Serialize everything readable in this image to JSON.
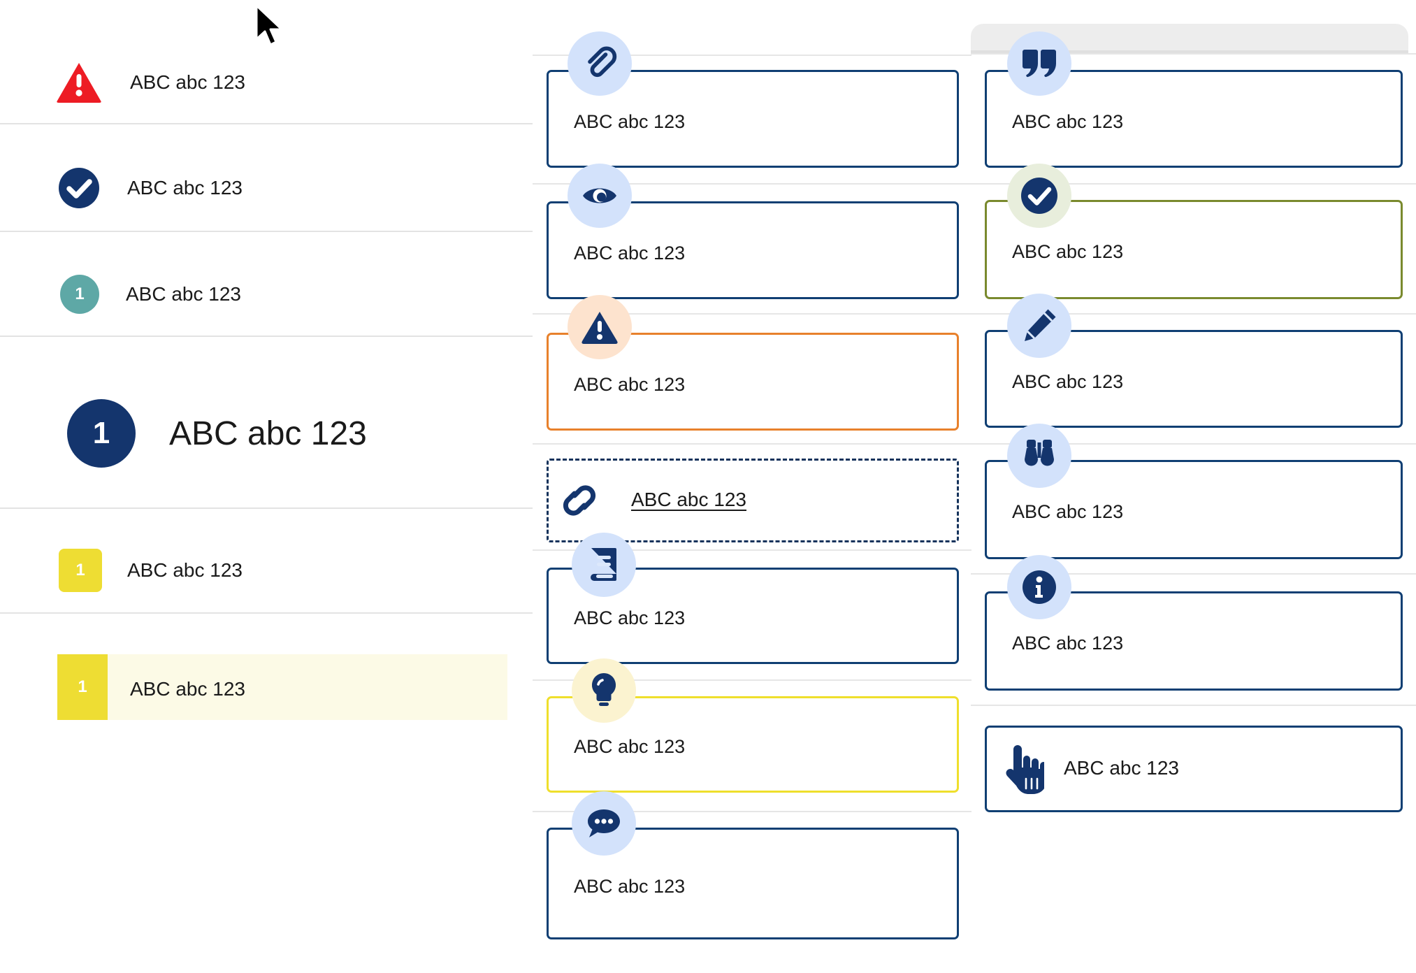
{
  "left_panel": {
    "rows": [
      {
        "id": "error",
        "badge_kind": "triangle-warning",
        "badge_text": "",
        "badge_color": "#ed1c24",
        "label": "ABC abc 123"
      },
      {
        "id": "success",
        "badge_kind": "circle-check",
        "badge_text": "",
        "badge_color": "#14356d",
        "label": "ABC abc 123"
      },
      {
        "id": "teal-num",
        "badge_kind": "circle-number",
        "badge_text": "1",
        "badge_color": "#5ea8a6",
        "label": "ABC abc 123"
      },
      {
        "id": "big-num",
        "badge_kind": "circle-number-lg",
        "badge_text": "1",
        "badge_color": "#14356d",
        "label": "ABC abc 123"
      },
      {
        "id": "yellow-sq",
        "badge_kind": "square-number",
        "badge_text": "1",
        "badge_color": "#eedd33",
        "label": "ABC abc 123"
      },
      {
        "id": "highlight",
        "badge_kind": "bar-number",
        "badge_text": "1",
        "badge_color": "#eedd33",
        "label": "ABC abc 123",
        "row_background": "#fcfae6"
      }
    ]
  },
  "middle_column": {
    "cards": [
      {
        "id": "attachment",
        "icon": "paperclip-icon",
        "icon_bg": "#d3e2fb",
        "border_color": "#103f73",
        "border_style": "solid",
        "label": "ABC abc 123"
      },
      {
        "id": "preview",
        "icon": "eye-icon",
        "icon_bg": "#d3e2fb",
        "border_color": "#103f73",
        "border_style": "solid",
        "label": "ABC abc 123"
      },
      {
        "id": "warning",
        "icon": "warning-icon",
        "icon_bg": "#fde3ce",
        "border_color": "#e8812c",
        "border_style": "solid",
        "label": "ABC abc 123"
      },
      {
        "id": "link",
        "icon": "link-icon",
        "icon_bg": "none",
        "border_color": "#16335c",
        "border_style": "dashed",
        "label": "ABC abc 123"
      },
      {
        "id": "book",
        "icon": "book-icon",
        "icon_bg": "#d3e2fb",
        "border_color": "#103f73",
        "border_style": "solid",
        "label": "ABC abc 123"
      },
      {
        "id": "tip",
        "icon": "lightbulb-icon",
        "icon_bg": "#fbf3d0",
        "border_color": "#efdf2c",
        "border_style": "solid",
        "label": "ABC abc 123"
      },
      {
        "id": "comment",
        "icon": "chat-bubble-icon",
        "icon_bg": "#d3e2fb",
        "border_color": "#103f73",
        "border_style": "solid",
        "label": "ABC abc 123"
      }
    ]
  },
  "right_column": {
    "cards": [
      {
        "id": "quote",
        "icon": "quote-icon",
        "icon_bg": "#d3e2fb",
        "border_color": "#103f73",
        "border_style": "solid",
        "label": "ABC abc 123"
      },
      {
        "id": "approved",
        "icon": "circle-check-icon",
        "icon_bg": "#e8eedc",
        "border_color": "#7a8a2e",
        "border_style": "solid",
        "label": "ABC abc 123"
      },
      {
        "id": "edit",
        "icon": "pencil-icon",
        "icon_bg": "#d3e2fb",
        "border_color": "#103f73",
        "border_style": "solid",
        "label": "ABC abc 123"
      },
      {
        "id": "explore",
        "icon": "binoculars-icon",
        "icon_bg": "#d3e2fb",
        "border_color": "#103f73",
        "border_style": "solid",
        "label": "ABC abc 123"
      },
      {
        "id": "info",
        "icon": "info-icon",
        "icon_bg": "#d3e2fb",
        "border_color": "#103f73",
        "border_style": "solid",
        "label": "ABC abc 123"
      },
      {
        "id": "action",
        "icon": "pointing-hand-icon",
        "icon_bg": "none",
        "border_color": "#103f73",
        "border_style": "solid",
        "label": "ABC abc 123"
      }
    ]
  },
  "cursor": {
    "kind": "arrow-pointer"
  },
  "palette": {
    "brand_navy": "#14356d",
    "icon_navy": "#103f73",
    "error_red": "#ed1c24",
    "teal": "#5ea8a6",
    "yellow": "#eedd33",
    "orange": "#e8812c",
    "olive": "#7a8a2e",
    "divider_grey": "#e3e3e3",
    "highlight_bg": "#fcfae6"
  }
}
